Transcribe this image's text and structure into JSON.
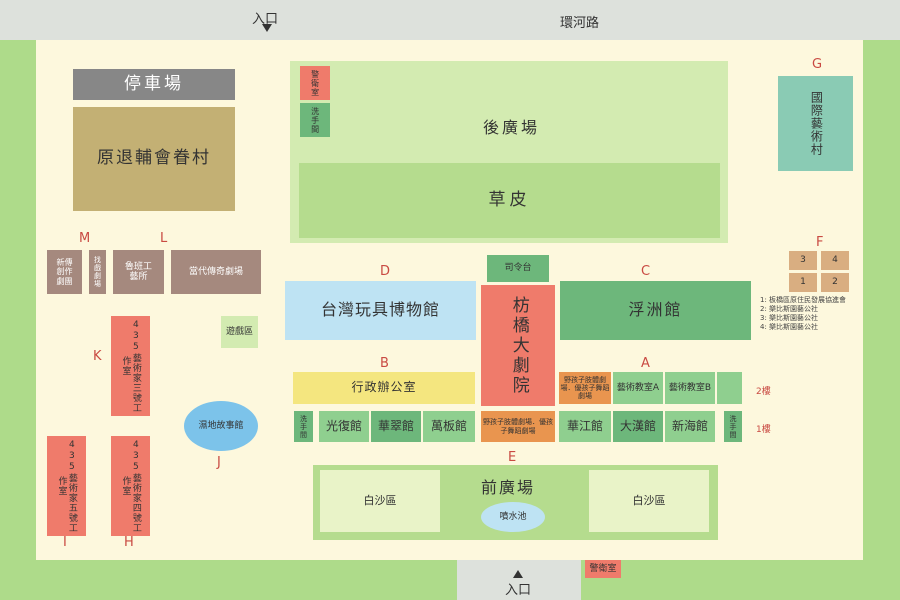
{
  "roads": {
    "top": "環河路"
  },
  "entrances": {
    "top": "入口",
    "bottom": "入口"
  },
  "places": {
    "parking": "停車場",
    "village": "原退輔會眷村",
    "back_plaza": "後廣場",
    "lawn": "草皮",
    "guard_top": "警衛室",
    "restroom_top": "洗手間",
    "intl_art_village": "國際藝術村",
    "m_theater": "新傳創作劇團",
    "m_small": "找戲劇場",
    "lu_ban": "魯班工藝所",
    "contemporary": "當代傳奇劇場",
    "toy_museum": "台灣玩具博物館",
    "command_stage": "司令台",
    "theater": "枋橋大劇院",
    "floating": "浮洲館",
    "playground": "遊戲區",
    "artist3": "435藝術家三號工作室",
    "admin": "行政辦公室",
    "orange_2f_left": "野孩子肢體劇場．優孩子舞蹈劇場",
    "class_a": "藝術教室A",
    "class_b": "藝術教室B",
    "restroom_left": "洗手間",
    "guangfu": "光復館",
    "huacui": "華翠館",
    "wanban": "萬板館",
    "orange_1f_center": "野孩子肢體劇場．優孩子舞蹈劇場",
    "huajiang": "華江館",
    "dahan": "大漢館",
    "xinhai": "新海館",
    "restroom_right": "洗手間",
    "wetland": "濕地故事館",
    "artist5": "435藝術家五號工作室",
    "artist4": "435藝術家四號工作室",
    "front_plaza": "前廣場",
    "sand_left": "白沙區",
    "sand_right": "白沙區",
    "fountain": "噴水池",
    "guard_bottom": "警衛室"
  },
  "letters": {
    "G": "G",
    "M": "M",
    "L": "L",
    "D": "D",
    "C": "C",
    "F": "F",
    "K": "K",
    "B": "B",
    "A": "A",
    "E": "E",
    "J": "J",
    "I": "I",
    "H": "H"
  },
  "floors": {
    "second": "2樓",
    "first": "1樓"
  },
  "f_grid": [
    "3",
    "4",
    "1",
    "2"
  ],
  "f_legend": [
    "1: 板橋區原住民發展協進會",
    "2: 樂比斯園藝公社",
    "3: 樂比斯園藝公社",
    "4: 樂比斯園藝公社"
  ],
  "colors": {
    "grass": "#aedb8a",
    "cream": "#fdf8dd",
    "gray_road": "#dde1dc",
    "green_light": "#d3ebb1",
    "green_lawn": "#b5dc8e",
    "green_hall": "#6db77b",
    "teal": "#8acbb4",
    "salmon": "#ef7b6b",
    "brown": "#a5897e",
    "olive": "#c3b074",
    "slate": "#878787",
    "blue": "#bee3f3",
    "yellow": "#f4e67f",
    "orange": "#e9954f",
    "tan": "#d9ae81"
  }
}
